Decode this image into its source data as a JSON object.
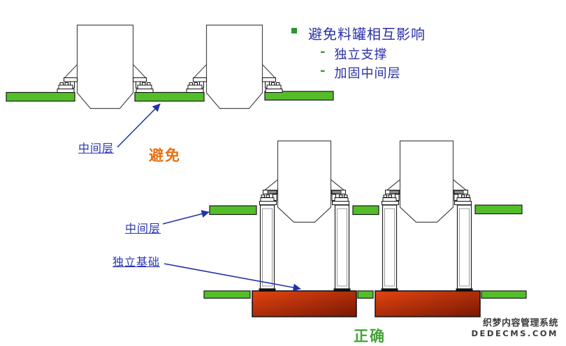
{
  "bullet_list": {
    "heading": "避免料罐相互影响",
    "items": [
      {
        "dash": "-",
        "label": "独立支撑"
      },
      {
        "dash": "-",
        "label": "加固中间层"
      }
    ]
  },
  "labels": {
    "middle_layer_top": "中间层",
    "avoid": "避免",
    "middle_layer_bottom": "中间层",
    "independent_foundation": "独立基础",
    "correct": "正确"
  },
  "watermark": {
    "line1": "织梦内容管理系统",
    "line2": "DEDECMS.COM"
  },
  "colors": {
    "green_bar": "#53BE29",
    "foundation_gradient_start": "#E34410",
    "foundation_gradient_end": "#7E1A05",
    "heading_blue": "#2A2FA8",
    "label_blue": "#2A35B0",
    "avoid_orange": "#E8700E",
    "correct_green": "#44A336",
    "bullet_green": "#2E9434",
    "arrow_blue": "#2233AA",
    "gray_cap": "#8C8C8C"
  }
}
